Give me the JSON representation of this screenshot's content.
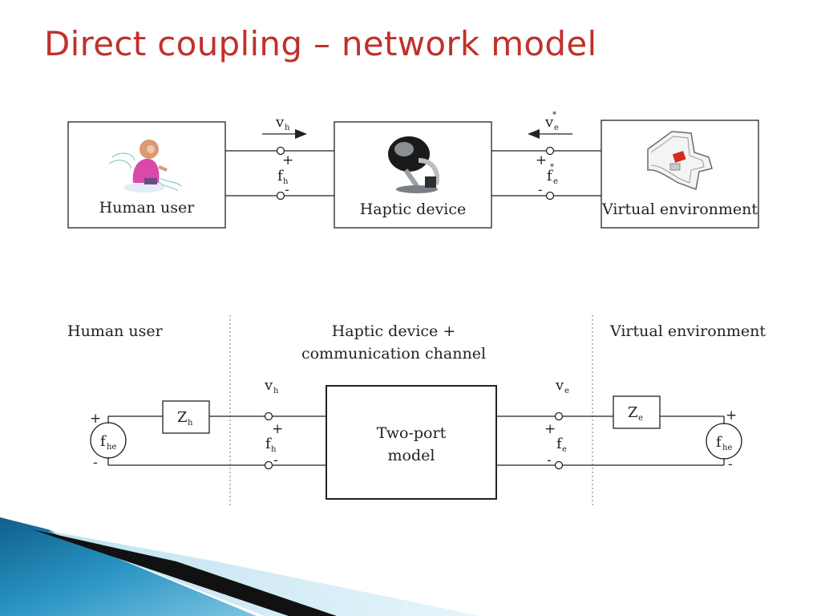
{
  "slide": {
    "title": "Direct coupling – network model"
  },
  "top_diagram": {
    "human_block": "Human user",
    "haptic_block": "Haptic device",
    "ve_block": "Virtual environment",
    "left_port": {
      "velocity": "v",
      "velocity_sub": "h",
      "force": "f",
      "force_sub": "h",
      "plus": "+",
      "minus": "-"
    },
    "right_port": {
      "velocity": "v",
      "velocity_sub": "e",
      "velocity_sup": "*",
      "force": "f",
      "force_sub": "e",
      "force_sup": "*",
      "plus": "+",
      "minus": "-"
    }
  },
  "bottom_diagram": {
    "region_human": "Human user",
    "region_haptic_line1": "Haptic device +",
    "region_haptic_line2": "communication channel",
    "region_ve": "Virtual environment",
    "two_port_line1": "Two-port",
    "two_port_line2": "model",
    "left_source": {
      "symbol": "f",
      "sub": "he",
      "plus": "+",
      "minus": "-"
    },
    "right_source": {
      "symbol": "f",
      "sub": "he",
      "plus": "+",
      "minus": "-"
    },
    "left_impedance": {
      "symbol": "Z",
      "sub": "h"
    },
    "right_impedance": {
      "symbol": "Z",
      "sub": "e"
    },
    "left_port": {
      "velocity": "v",
      "velocity_sub": "h",
      "force": "f",
      "force_sub": "h",
      "plus": "+",
      "minus": "-"
    },
    "right_port": {
      "velocity": "v",
      "velocity_sub": "e",
      "force": "f",
      "force_sub": "e",
      "plus": "+",
      "minus": "-"
    }
  },
  "colors": {
    "title": "#c0312b",
    "accent_blue": "#1e7fb0",
    "accent_light": "#9fd3ea",
    "accent_dark": "#111111"
  },
  "icons": {
    "human": "human-cartoon-icon",
    "haptic": "haptic-device-icon",
    "ve": "virtual-wall-icon"
  }
}
